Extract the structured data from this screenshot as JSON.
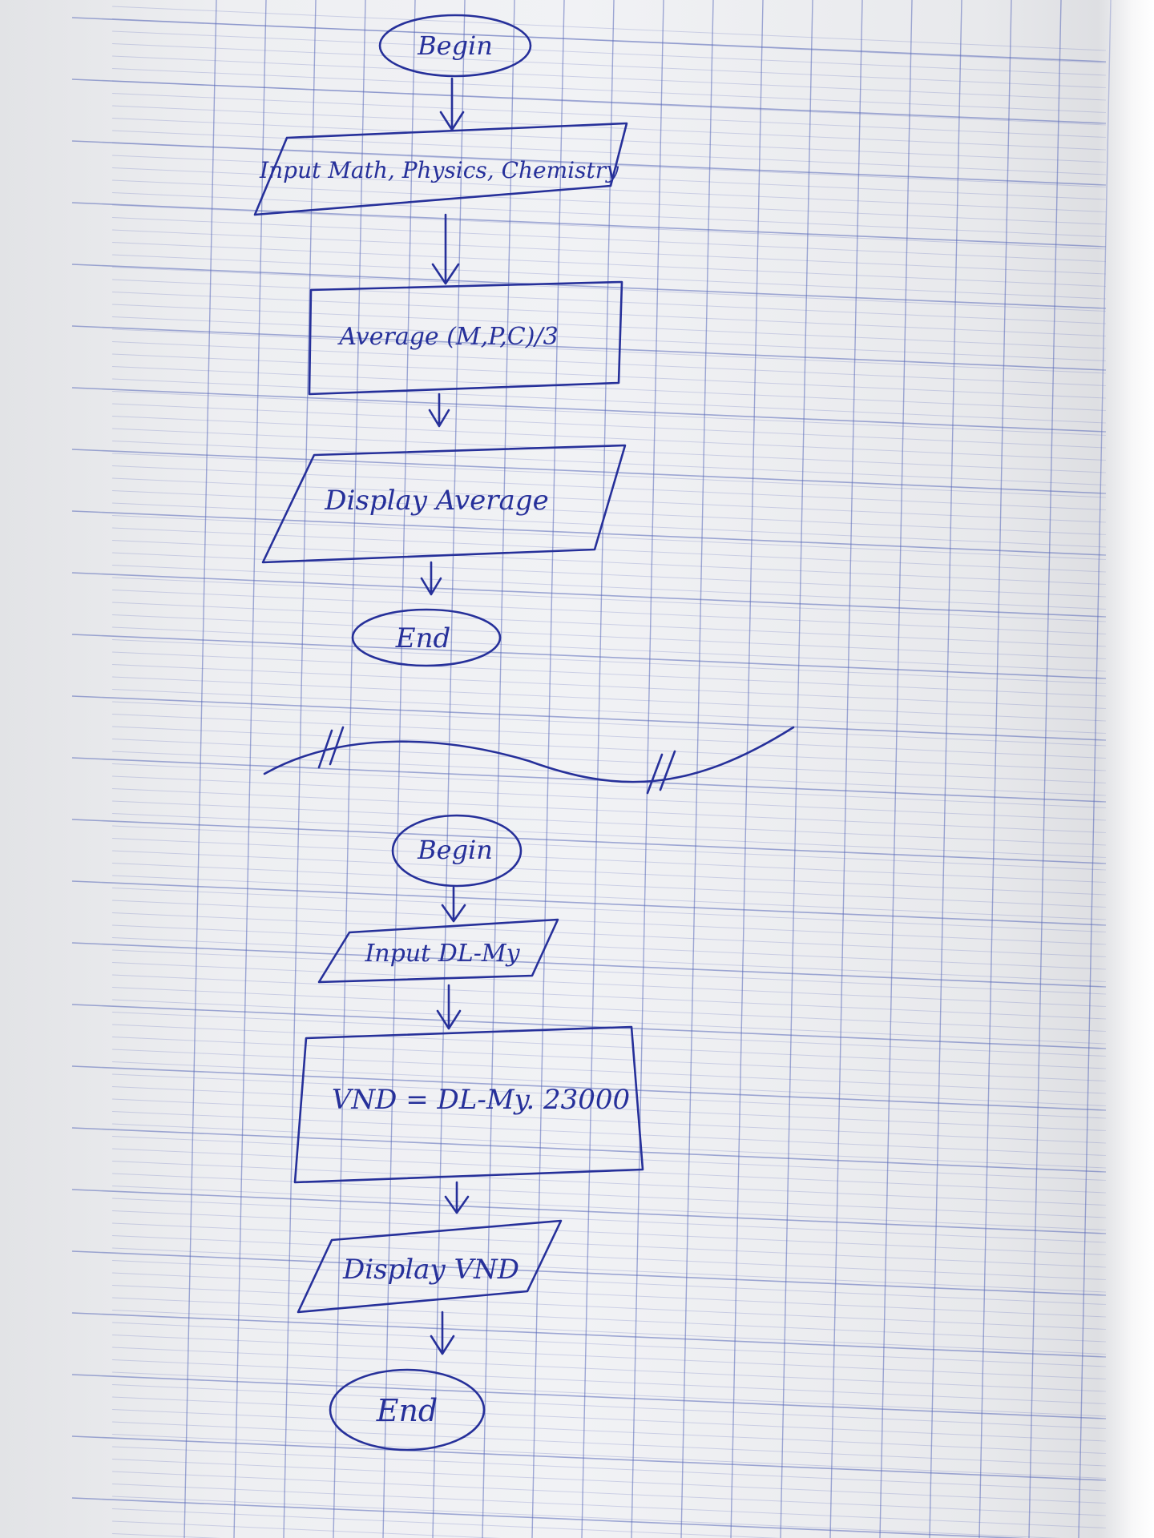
{
  "flowchart_1": {
    "begin": "Begin",
    "input": "Input Math, Physics, Chemistry",
    "process": "Average (M,P,C)/3",
    "output": "Display Average",
    "end": "End"
  },
  "flowchart_2": {
    "begin": "Begin",
    "input": "Input DL-My",
    "process": "VND = DL-My. 23000",
    "output": "Display VND",
    "end": "End"
  },
  "colors": {
    "ink": "#26309a",
    "grid": "#5867b8",
    "paper": "#eeeff2"
  }
}
